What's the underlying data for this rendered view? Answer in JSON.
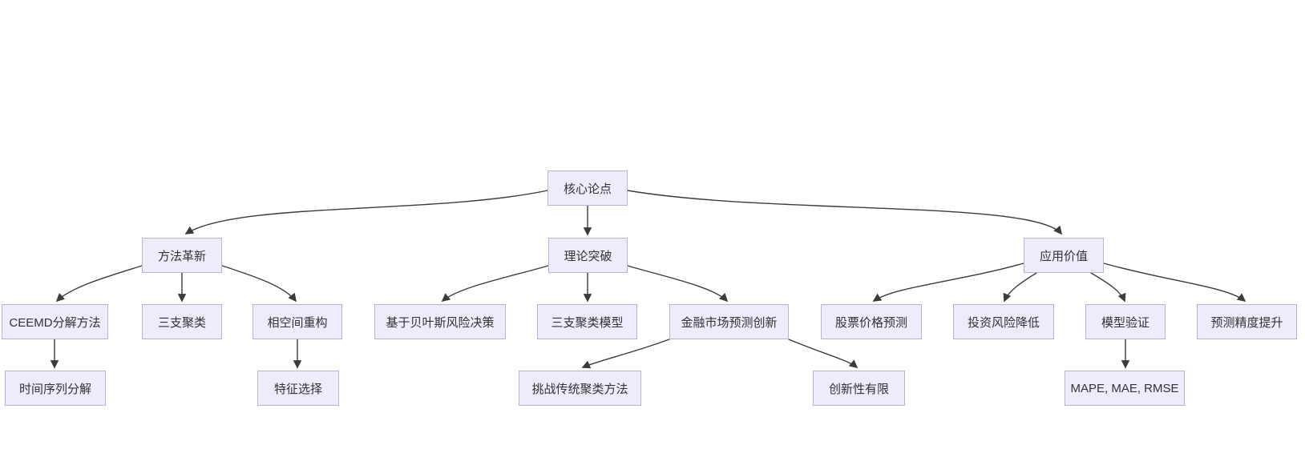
{
  "diagram": {
    "type": "flowchart-tree",
    "orientation": "top-down",
    "colors": {
      "background": "#ffffff",
      "node_fill": "#ececfa",
      "node_border": "#b6b2da",
      "node_text": "#333333",
      "edge_color": "#3b3b3b"
    },
    "nodes": [
      {
        "id": "core",
        "label": "核心论点",
        "level": 1
      },
      {
        "id": "method-innovation",
        "label": "方法革新",
        "level": 2
      },
      {
        "id": "theory-breakthrough",
        "label": "理论突破",
        "level": 2
      },
      {
        "id": "application-value",
        "label": "应用价值",
        "level": 2
      },
      {
        "id": "ceemd",
        "label": "CEEMD分解方法",
        "level": 3
      },
      {
        "id": "three-way-clustering",
        "label": "三支聚类",
        "level": 3
      },
      {
        "id": "phase-space",
        "label": "相空间重构",
        "level": 3
      },
      {
        "id": "bayes-risk-decision",
        "label": "基于贝叶斯风险决策",
        "level": 3
      },
      {
        "id": "three-way-model",
        "label": "三支聚类模型",
        "level": 3
      },
      {
        "id": "finance-forecast-innovation",
        "label": "金融市场预测创新",
        "level": 3
      },
      {
        "id": "stock-price-prediction",
        "label": "股票价格预测",
        "level": 3
      },
      {
        "id": "investment-risk-reduction",
        "label": "投资风险降低",
        "level": 3
      },
      {
        "id": "model-validation",
        "label": "模型验证",
        "level": 3
      },
      {
        "id": "precision-improvement",
        "label": "预测精度提升",
        "level": 3
      },
      {
        "id": "time-series-decomposition",
        "label": "时间序列分解",
        "level": 4
      },
      {
        "id": "feature-selection",
        "label": "特征选择",
        "level": 4
      },
      {
        "id": "challenge-traditional-clustering",
        "label": "挑战传统聚类方法",
        "level": 4
      },
      {
        "id": "limited-innovation",
        "label": "创新性有限",
        "level": 4
      },
      {
        "id": "metrics",
        "label": "MAPE, MAE, RMSE",
        "level": 4
      }
    ],
    "edges": [
      {
        "from": "core",
        "to": "method-innovation"
      },
      {
        "from": "core",
        "to": "theory-breakthrough"
      },
      {
        "from": "core",
        "to": "application-value"
      },
      {
        "from": "method-innovation",
        "to": "ceemd"
      },
      {
        "from": "method-innovation",
        "to": "three-way-clustering"
      },
      {
        "from": "method-innovation",
        "to": "phase-space"
      },
      {
        "from": "theory-breakthrough",
        "to": "bayes-risk-decision"
      },
      {
        "from": "theory-breakthrough",
        "to": "three-way-model"
      },
      {
        "from": "theory-breakthrough",
        "to": "finance-forecast-innovation"
      },
      {
        "from": "application-value",
        "to": "stock-price-prediction"
      },
      {
        "from": "application-value",
        "to": "investment-risk-reduction"
      },
      {
        "from": "application-value",
        "to": "model-validation"
      },
      {
        "from": "application-value",
        "to": "precision-improvement"
      },
      {
        "from": "ceemd",
        "to": "time-series-decomposition"
      },
      {
        "from": "phase-space",
        "to": "feature-selection"
      },
      {
        "from": "finance-forecast-innovation",
        "to": "challenge-traditional-clustering"
      },
      {
        "from": "finance-forecast-innovation",
        "to": "limited-innovation"
      },
      {
        "from": "model-validation",
        "to": "metrics"
      }
    ]
  }
}
